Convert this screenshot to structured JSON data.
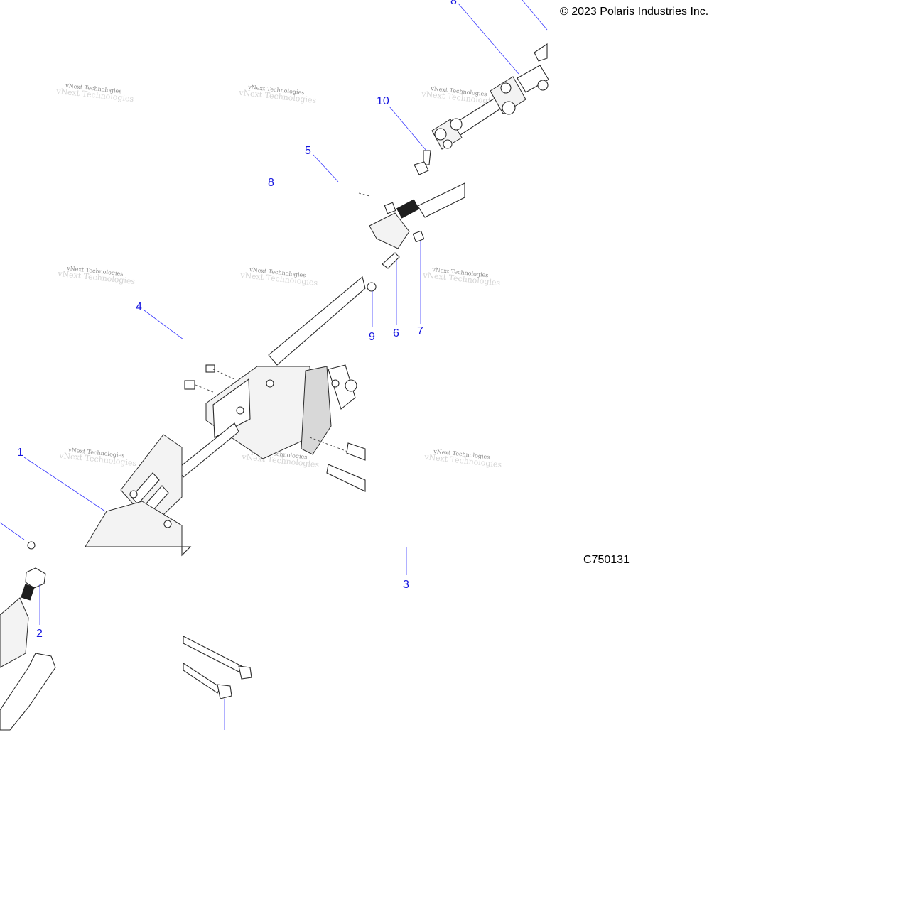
{
  "copyright": "© 2023 Polaris Industries Inc.",
  "figure_id": "C750131",
  "watermark_text": "vNext Technologies",
  "callout_color": "#1515e0",
  "callouts": [
    {
      "id": "c1",
      "label": "1"
    },
    {
      "id": "c2",
      "label": "2"
    },
    {
      "id": "c3",
      "label": "3"
    },
    {
      "id": "c4",
      "label": "4"
    },
    {
      "id": "c5",
      "label": "5"
    },
    {
      "id": "c6",
      "label": "6"
    },
    {
      "id": "c7",
      "label": "7"
    },
    {
      "id": "c8a",
      "label": "8"
    },
    {
      "id": "c8b",
      "label": "8"
    },
    {
      "id": "c9",
      "label": "9"
    },
    {
      "id": "c10",
      "label": "10"
    }
  ]
}
